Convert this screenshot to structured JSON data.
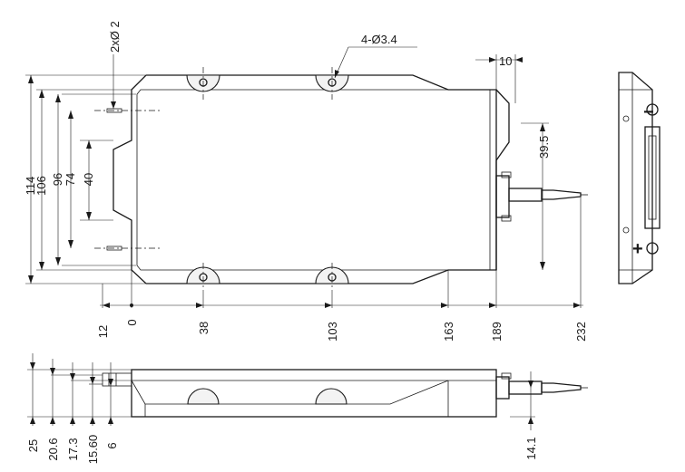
{
  "top_view": {
    "hole_callout_small": "2xØ 2",
    "hole_callout_mount": "4-Ø3.4",
    "dim_flange": "10",
    "dim_fiber_offset": "39.5",
    "vertical_dims": [
      "114",
      "106",
      "96",
      "74",
      "40"
    ],
    "horizontal_dims": [
      "12",
      "0",
      "38",
      "103",
      "163",
      "189",
      "232"
    ]
  },
  "side_view": {
    "vertical_dims": [
      "25",
      "20.6",
      "17.3",
      "15.60",
      "6"
    ],
    "fiber_height": "14.1"
  },
  "end_view": {
    "minus_sign": "−",
    "plus_sign": "+"
  }
}
